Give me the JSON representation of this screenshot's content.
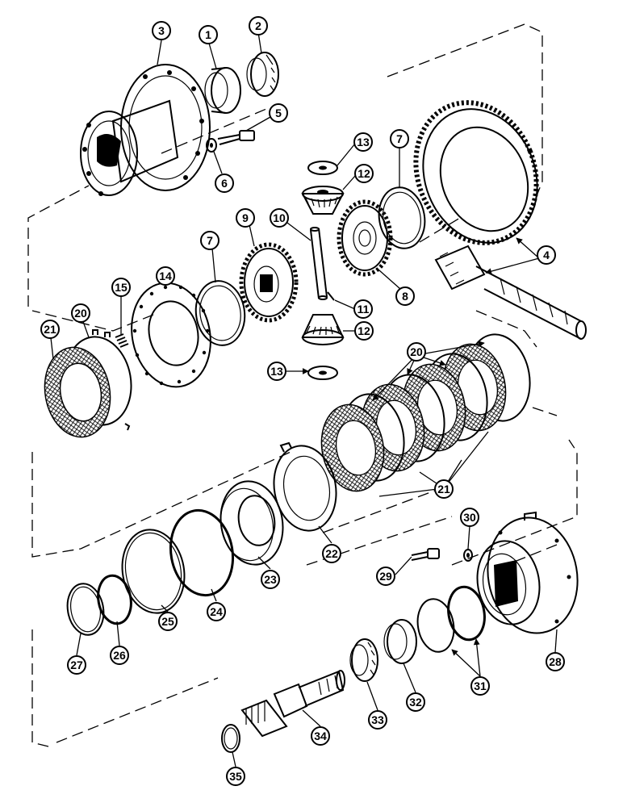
{
  "callouts": [
    "1",
    "2",
    "3",
    "4",
    "5",
    "6",
    "7",
    "8",
    "9",
    "10",
    "11",
    "12",
    "13",
    "14",
    "15",
    "20",
    "21",
    "22",
    "23",
    "24",
    "25",
    "26",
    "27",
    "28",
    "29",
    "30",
    "31",
    "32",
    "33",
    "34",
    "35"
  ]
}
